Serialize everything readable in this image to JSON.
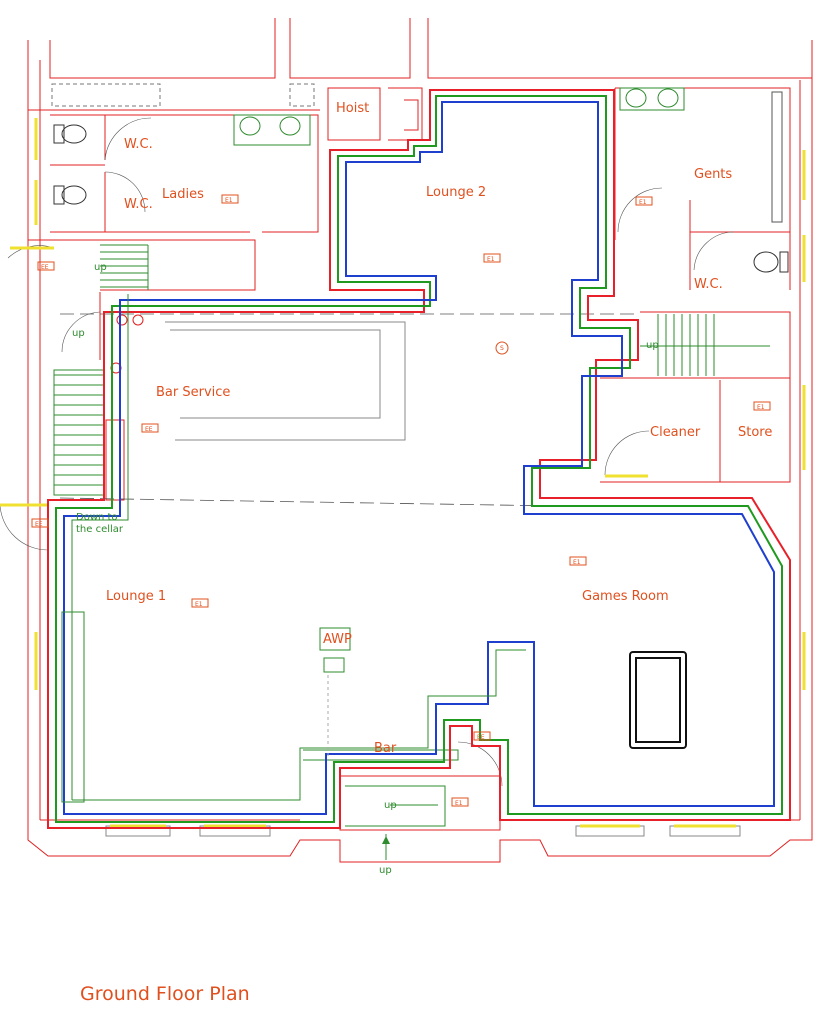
{
  "title": "Ground Floor Plan",
  "rooms": {
    "hoist": "Hoist",
    "lounge2": "Lounge 2",
    "wc_1": "W.C.",
    "wc_2": "W.C.",
    "ladies": "Ladies",
    "gents": "Gents",
    "wc_gents": "W.C.",
    "bar_service": "Bar Service",
    "cleaner": "Cleaner",
    "store": "Store",
    "lounge1": "Lounge 1",
    "games_room": "Games Room",
    "bar": "Bar",
    "awp": "AWP"
  },
  "notes": {
    "up_1": "up",
    "up_2": "up",
    "up_3": "up",
    "up_4": "up",
    "up_5": "up",
    "cellar_line1": "Down to",
    "cellar_line2": "the cellar"
  },
  "symbols": {
    "e1": "E1",
    "ee": "EE",
    "s": "S"
  },
  "colors": {
    "walls": "#e02020",
    "fixtures": "#2e8b2e",
    "heating_red": "#e8202a",
    "heating_green": "#1f9a1f",
    "heating_blue": "#1f3fcf",
    "doors": "#f0e030",
    "labels": "#e0501e"
  }
}
